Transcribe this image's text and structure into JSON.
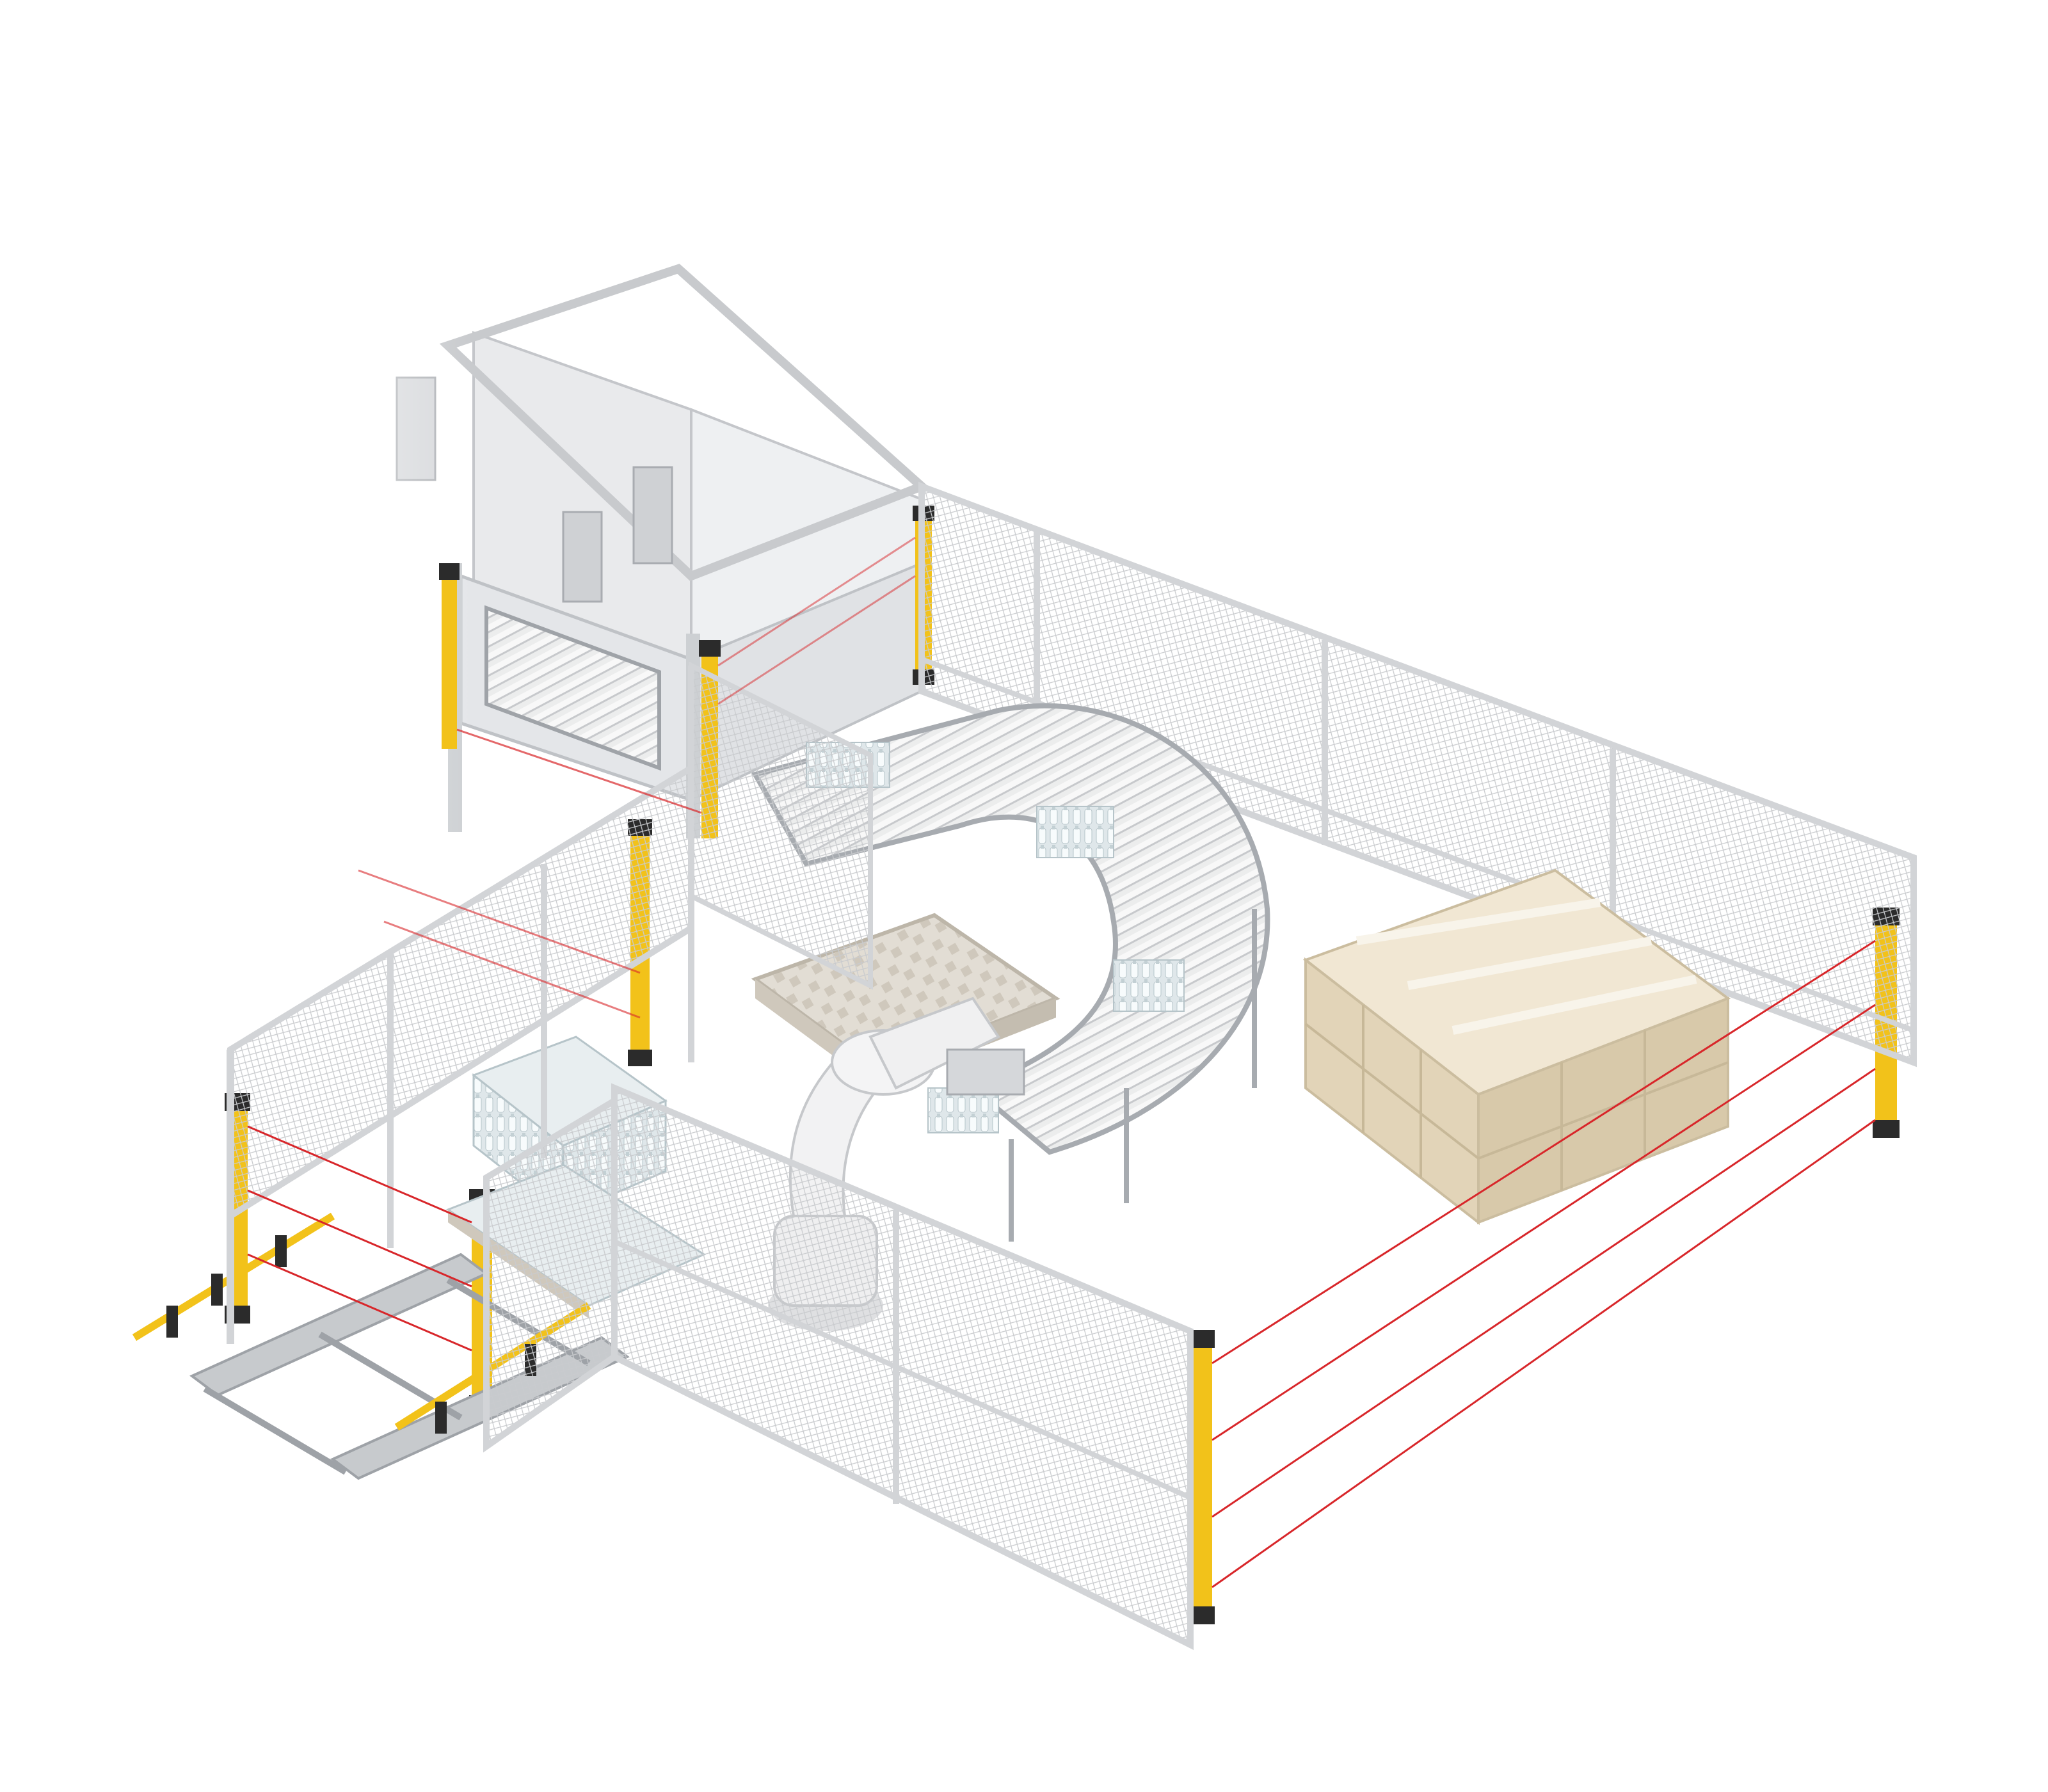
{
  "title": "",
  "colors": {
    "background": "#ffffff",
    "fence_frame": "#d9dadc",
    "fence_frame_dark": "#b7b9bd",
    "mesh": "#c8cacd",
    "light_curtain_yellow": "#f2c21a",
    "light_curtain_cap": "#2b2b2b",
    "laser_beam": "#d8262a",
    "conveyor_frame": "#aeb1b5",
    "roller": "#e6e7e9",
    "carton": "#e8dcc4",
    "carton_dark": "#cbbd9f",
    "tape": "#f6f1e6",
    "robot": "#eeeeef",
    "bottle": "#e4ecef",
    "pallet": "#dcd6cc"
  },
  "components": [
    {
      "id": "case-packer-machine",
      "icon": "machine-enclosure"
    },
    {
      "id": "curved-roller-conveyor",
      "icon": "conveyor"
    },
    {
      "id": "palletizing-robot",
      "icon": "robot-arm"
    },
    {
      "id": "safety-fence",
      "icon": "mesh-fence"
    },
    {
      "id": "safety-light-curtains",
      "icon": "light-curtain"
    },
    {
      "id": "carton-pallet-stack",
      "icon": "boxes"
    },
    {
      "id": "bottle-pallet-stack",
      "icon": "bottles"
    },
    {
      "id": "pallet-infeed-conveyor",
      "icon": "pallet-conveyor"
    }
  ]
}
